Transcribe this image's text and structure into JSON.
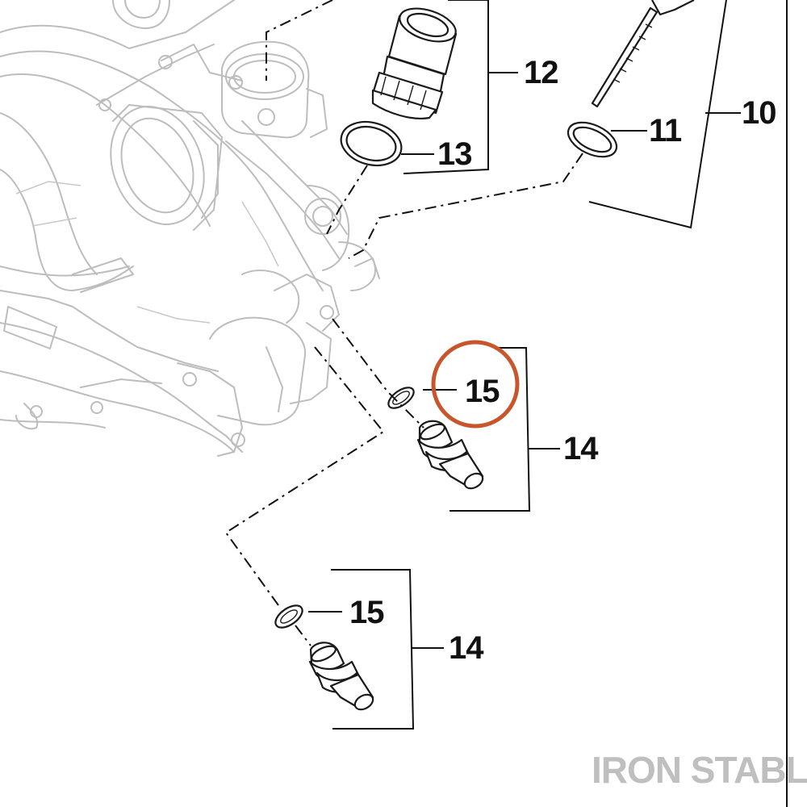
{
  "diagram": {
    "callouts": {
      "c10": "10",
      "c11": "11",
      "c12": "12",
      "c13": "13",
      "c14_upper": "14",
      "c15_upper": "15",
      "c14_lower": "14",
      "c15_lower": "15"
    },
    "highlight": {
      "target": "15",
      "color": "#c8552b"
    },
    "watermark": {
      "text": "IRON STABLE",
      "color": "#bfbfbf"
    }
  }
}
